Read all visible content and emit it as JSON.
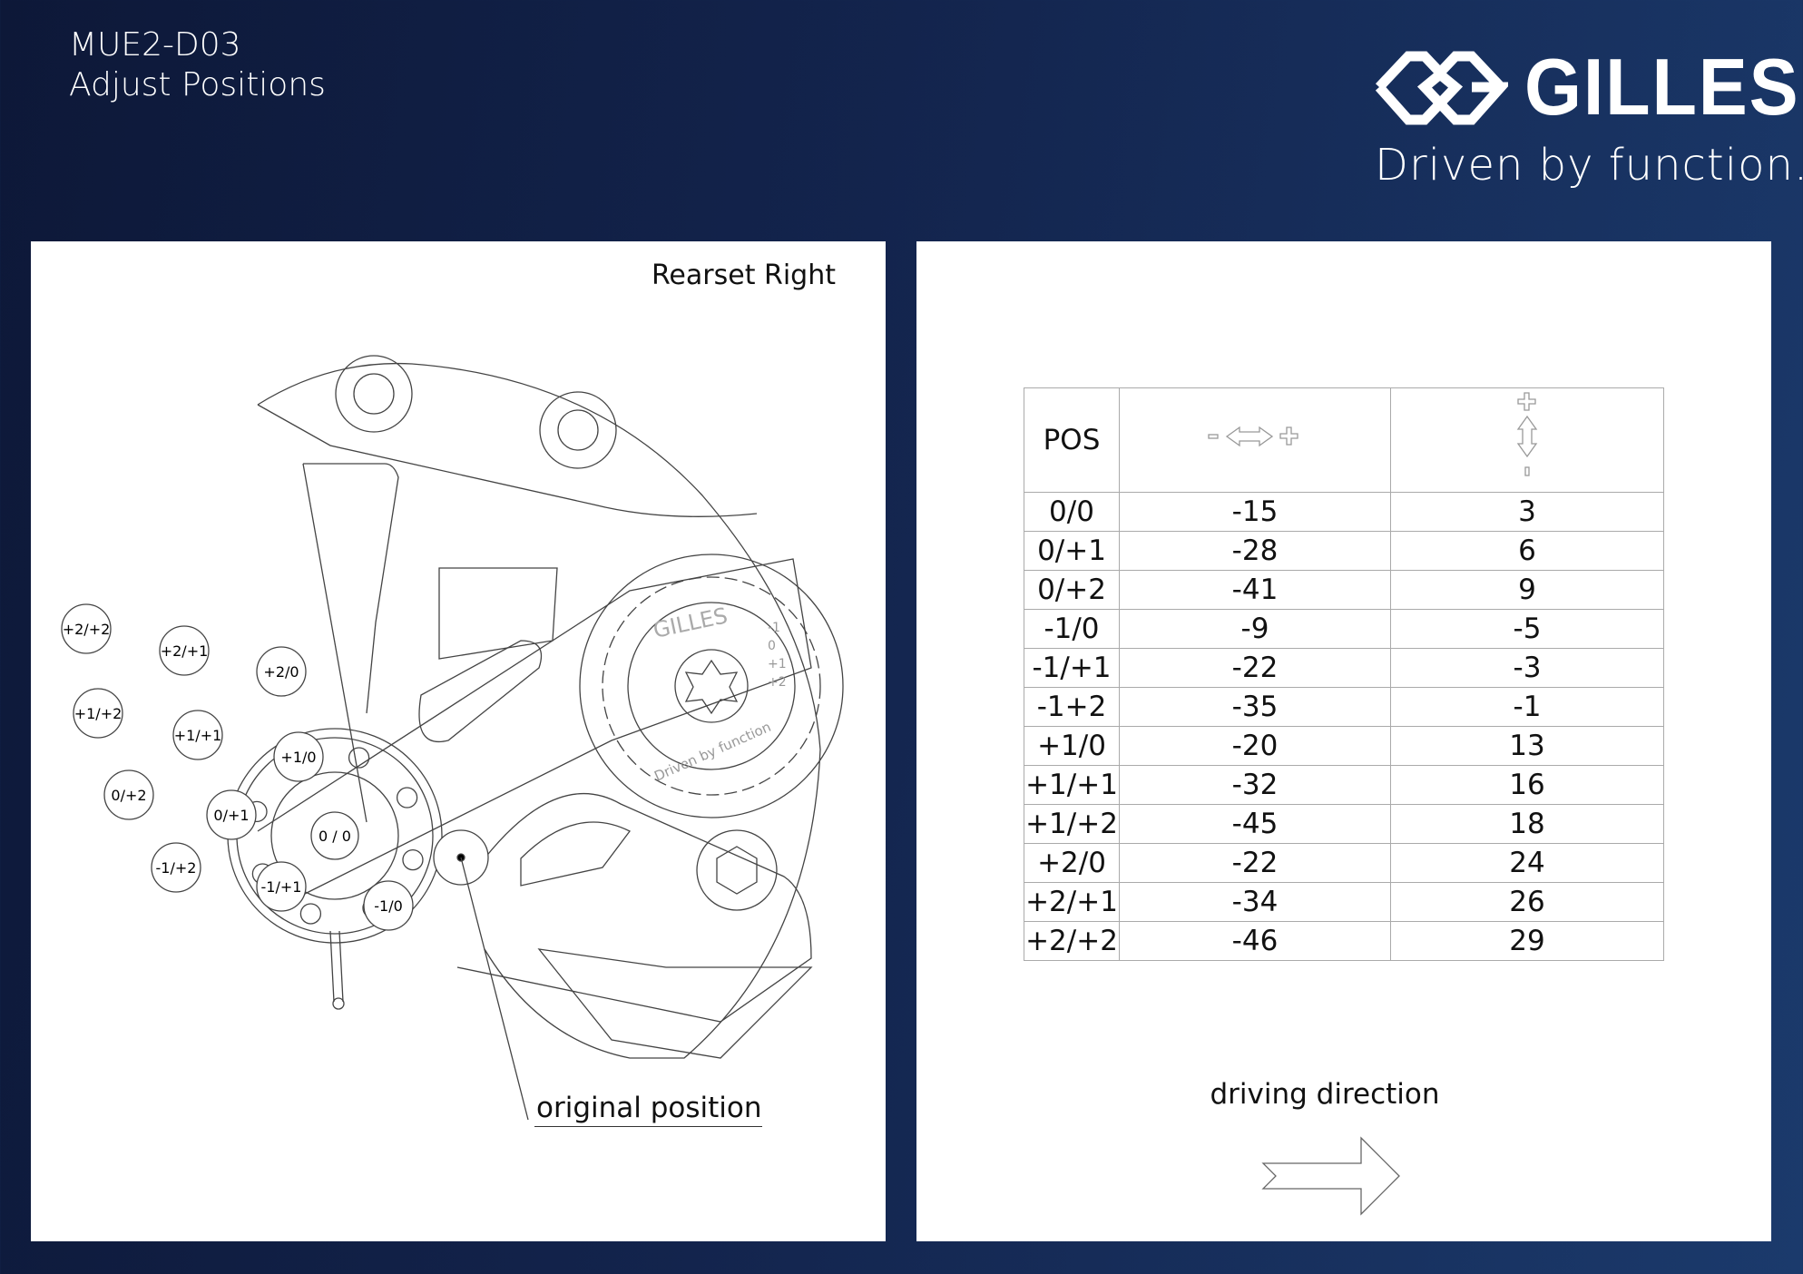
{
  "header": {
    "code": "MUE2-D03",
    "title": "Adjust Positions"
  },
  "logo": {
    "brand": "GILLES",
    "tagline": "Driven by function."
  },
  "left_panel": {
    "title": "Rearset Right",
    "positions": [
      "+2/+2",
      "+2/+1",
      "+2/0",
      "+1/+2",
      "+1/+1",
      "+1/0",
      "0/+2",
      "0/+1",
      "0/0",
      "-1/+2",
      "-1/+1",
      "-1/0"
    ],
    "hub_label": "0 / 0",
    "original_label": "original position",
    "plate_text": {
      "brand": "GILLES",
      "tagline": "Driven by function",
      "scale": [
        "-1",
        "0",
        "+1",
        "+2"
      ]
    }
  },
  "right_panel": {
    "table": {
      "headers": [
        "POS",
        "- ⇔ +",
        "+ ⇕ -"
      ],
      "rows": [
        [
          "0/0",
          "-15",
          "3"
        ],
        [
          "0/+1",
          "-28",
          "6"
        ],
        [
          "0/+2",
          "-41",
          "9"
        ],
        [
          "-1/0",
          "-9",
          "-5"
        ],
        [
          "-1/+1",
          "-22",
          "-3"
        ],
        [
          "-1+2",
          "-35",
          "-1"
        ],
        [
          "+1/0",
          "-20",
          "13"
        ],
        [
          "+1/+1",
          "-32",
          "16"
        ],
        [
          "+1/+2",
          "-45",
          "18"
        ],
        [
          "+2/0",
          "-22",
          "24"
        ],
        [
          "+2/+1",
          "-34",
          "26"
        ],
        [
          "+2/+2",
          "-46",
          "29"
        ]
      ]
    },
    "driving_direction": "driving direction"
  }
}
